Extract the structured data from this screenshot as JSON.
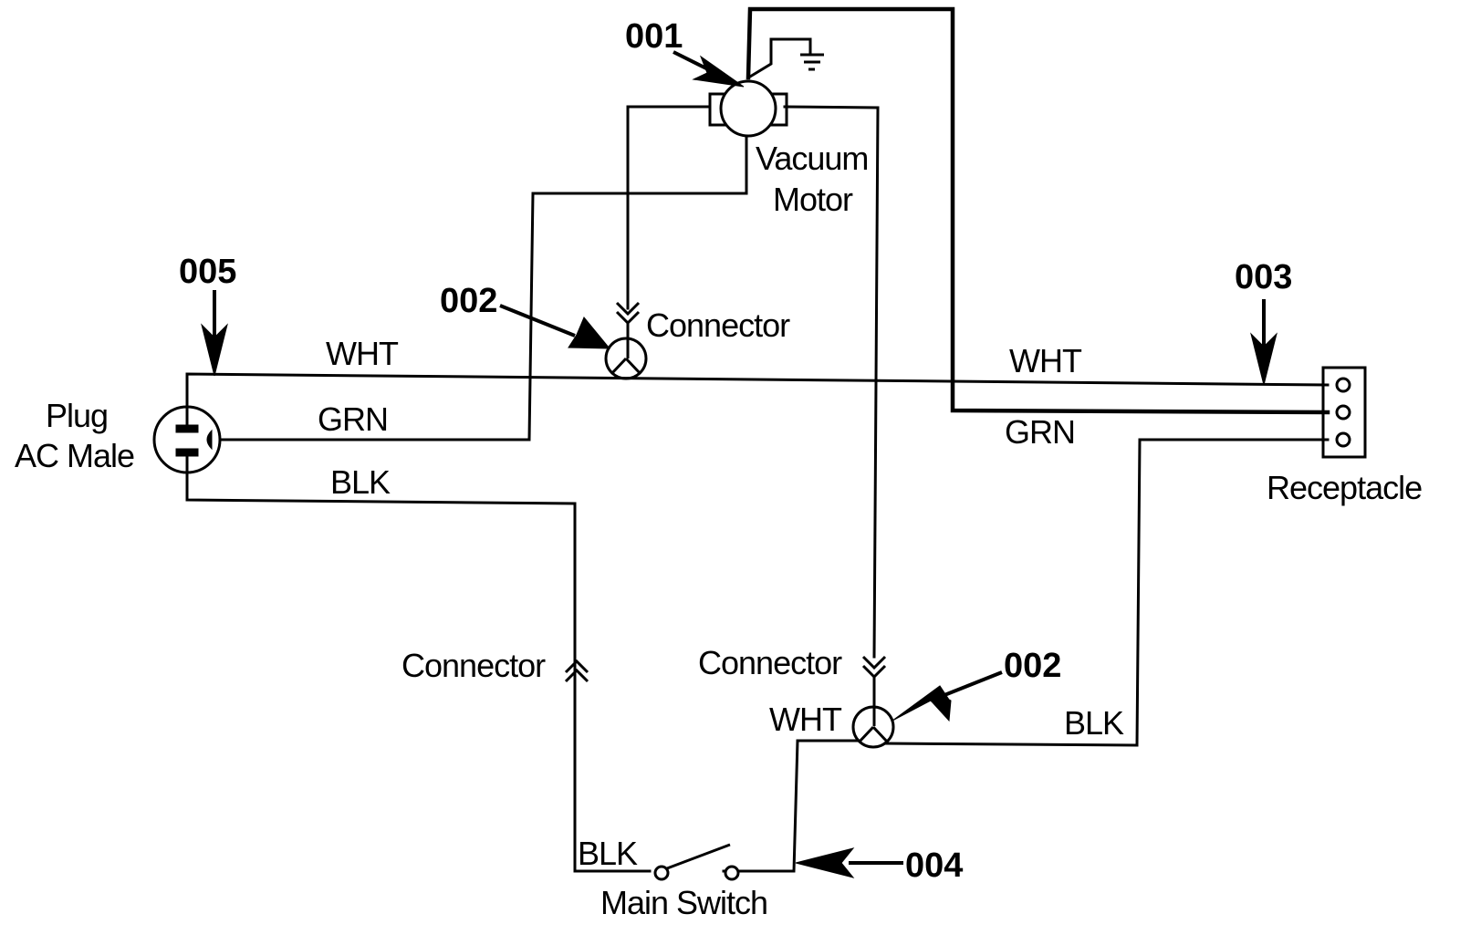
{
  "diagram": {
    "title": "Vacuum wiring schematic",
    "components": {
      "motor": {
        "label_line1": "Vacuum",
        "label_line2": "Motor",
        "callout": "001"
      },
      "plug": {
        "label_line1": "Plug",
        "label_line2": "AC Male",
        "callout": "005"
      },
      "receptacle": {
        "label": "Receptacle",
        "callout": "003"
      },
      "connector_top": {
        "label": "Connector",
        "callout": "002"
      },
      "connector_bottom": {
        "label": "Connector",
        "callout": "002"
      },
      "connector_left": {
        "label": "Connector"
      },
      "main_switch": {
        "label": "Main Switch",
        "callout": "004"
      }
    },
    "wire_labels": {
      "plug_wht": "WHT",
      "plug_grn": "GRN",
      "plug_blk": "BLK",
      "rec_wht": "WHT",
      "rec_grn": "GRN",
      "conn_wht": "WHT",
      "conn_blk": "BLK",
      "switch_blk": "BLK"
    },
    "colors": {
      "ink": "#000000",
      "background": "#ffffff"
    }
  }
}
